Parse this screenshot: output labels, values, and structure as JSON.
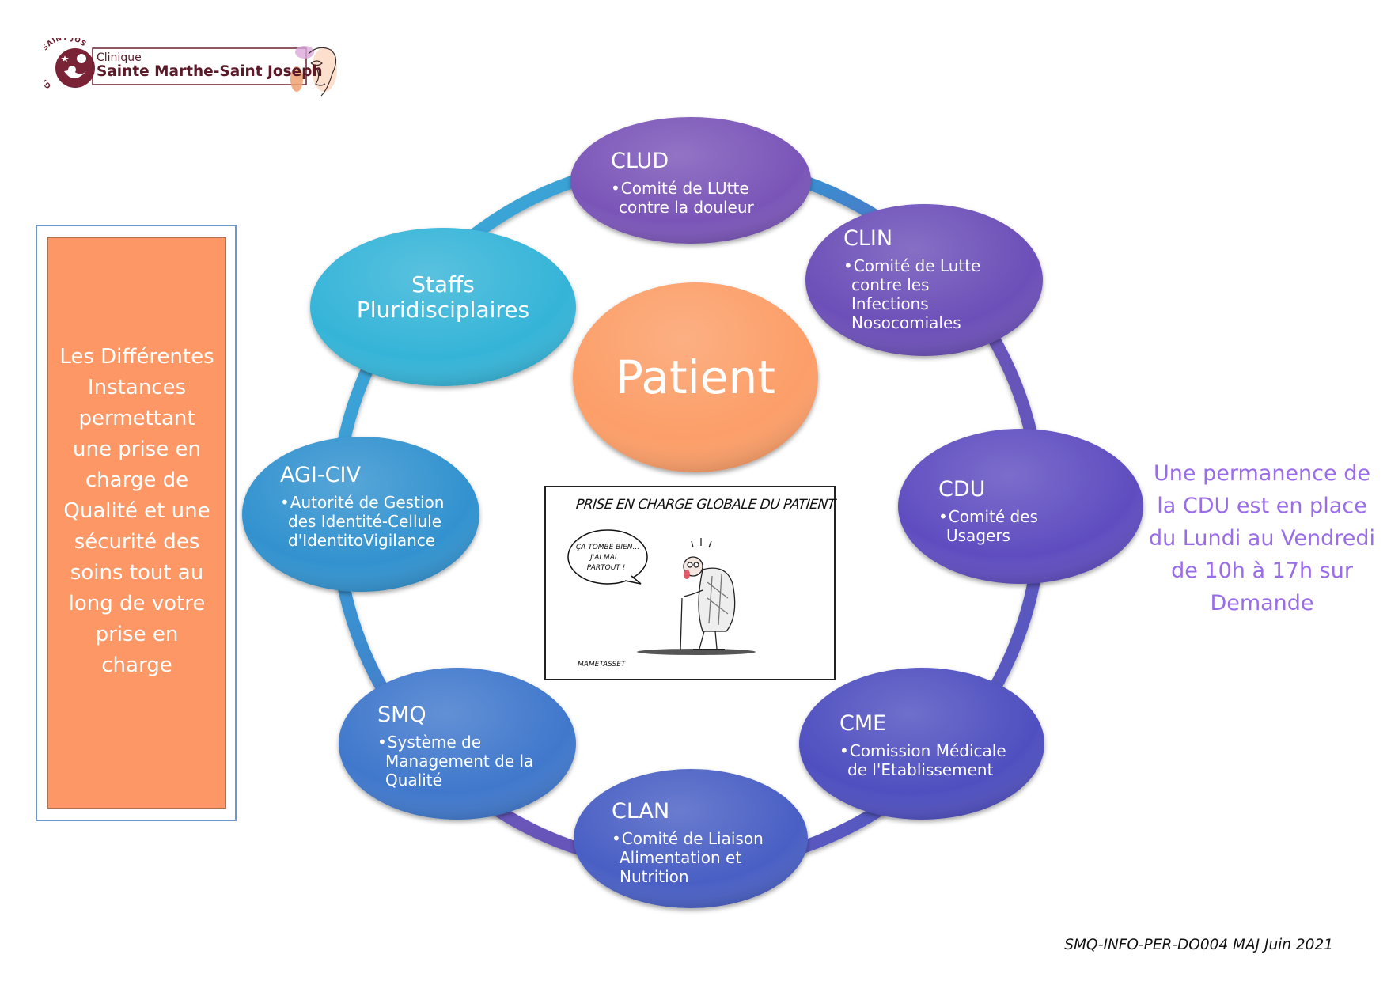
{
  "logo": {
    "group_arc_text": "GROUPE SAINT JOSEPH",
    "line1": "Clinique",
    "line2": "Sainte Marthe-Saint Joseph"
  },
  "left_panel": {
    "text": "Les Différentes Instances permettant une prise en charge de Qualité et une sécurité des soins tout au long de votre prise en charge"
  },
  "center": {
    "patient_label": "Patient",
    "staffs_line1": "Staffs",
    "staffs_line2": "Pluridisciplaires"
  },
  "instances": [
    {
      "id": "clud",
      "title": "CLUD",
      "desc": "Comité de LUtte contre la douleur",
      "color": "#7a55b8"
    },
    {
      "id": "clin",
      "title": "CLIN",
      "desc": "Comité de Lutte contre les Infections Nosocomiales",
      "color": "#6c4fb8"
    },
    {
      "id": "cdu",
      "title": "CDU",
      "desc": "Comité des Usagers",
      "color": "#5f4ec0"
    },
    {
      "id": "cme",
      "title": "CME",
      "desc": "Comission Médicale de l'Etablissement",
      "color": "#4f4fc0"
    },
    {
      "id": "clan",
      "title": "CLAN",
      "desc": "Comité de Liaison Alimentation et Nutrition",
      "color": "#4a5fc4"
    },
    {
      "id": "smq",
      "title": "SMQ",
      "desc": "Système de Management de la Qualité",
      "color": "#3f78cc"
    },
    {
      "id": "agi-civ",
      "title": "AGI-CIV",
      "desc": "Autorité de Gestion des Identité-Cellule d'IdentitoVigilance",
      "color": "#3192cf"
    }
  ],
  "colors": {
    "staffs": "#36b4d8",
    "patient": "#fc9e68",
    "left_box": "#fd9866",
    "note_text": "#9a6de8",
    "logo": "#6b1f2e"
  },
  "cartoon": {
    "title": "PRISE EN CHARGE GLOBALE DU PATIENT",
    "speech_line1": "ÇA TOMBE BIEN...",
    "speech_line2": "J'AI MAL",
    "speech_line3": "PARTOUT !",
    "signature": "MAMETASSET"
  },
  "cdu_note": {
    "text": "Une permanence de la CDU est en place du Lundi au Vendredi de 10h à 17h sur Demande"
  },
  "footer": {
    "reference": "SMQ-INFO-PER-DO004 MAJ Juin 2021"
  }
}
